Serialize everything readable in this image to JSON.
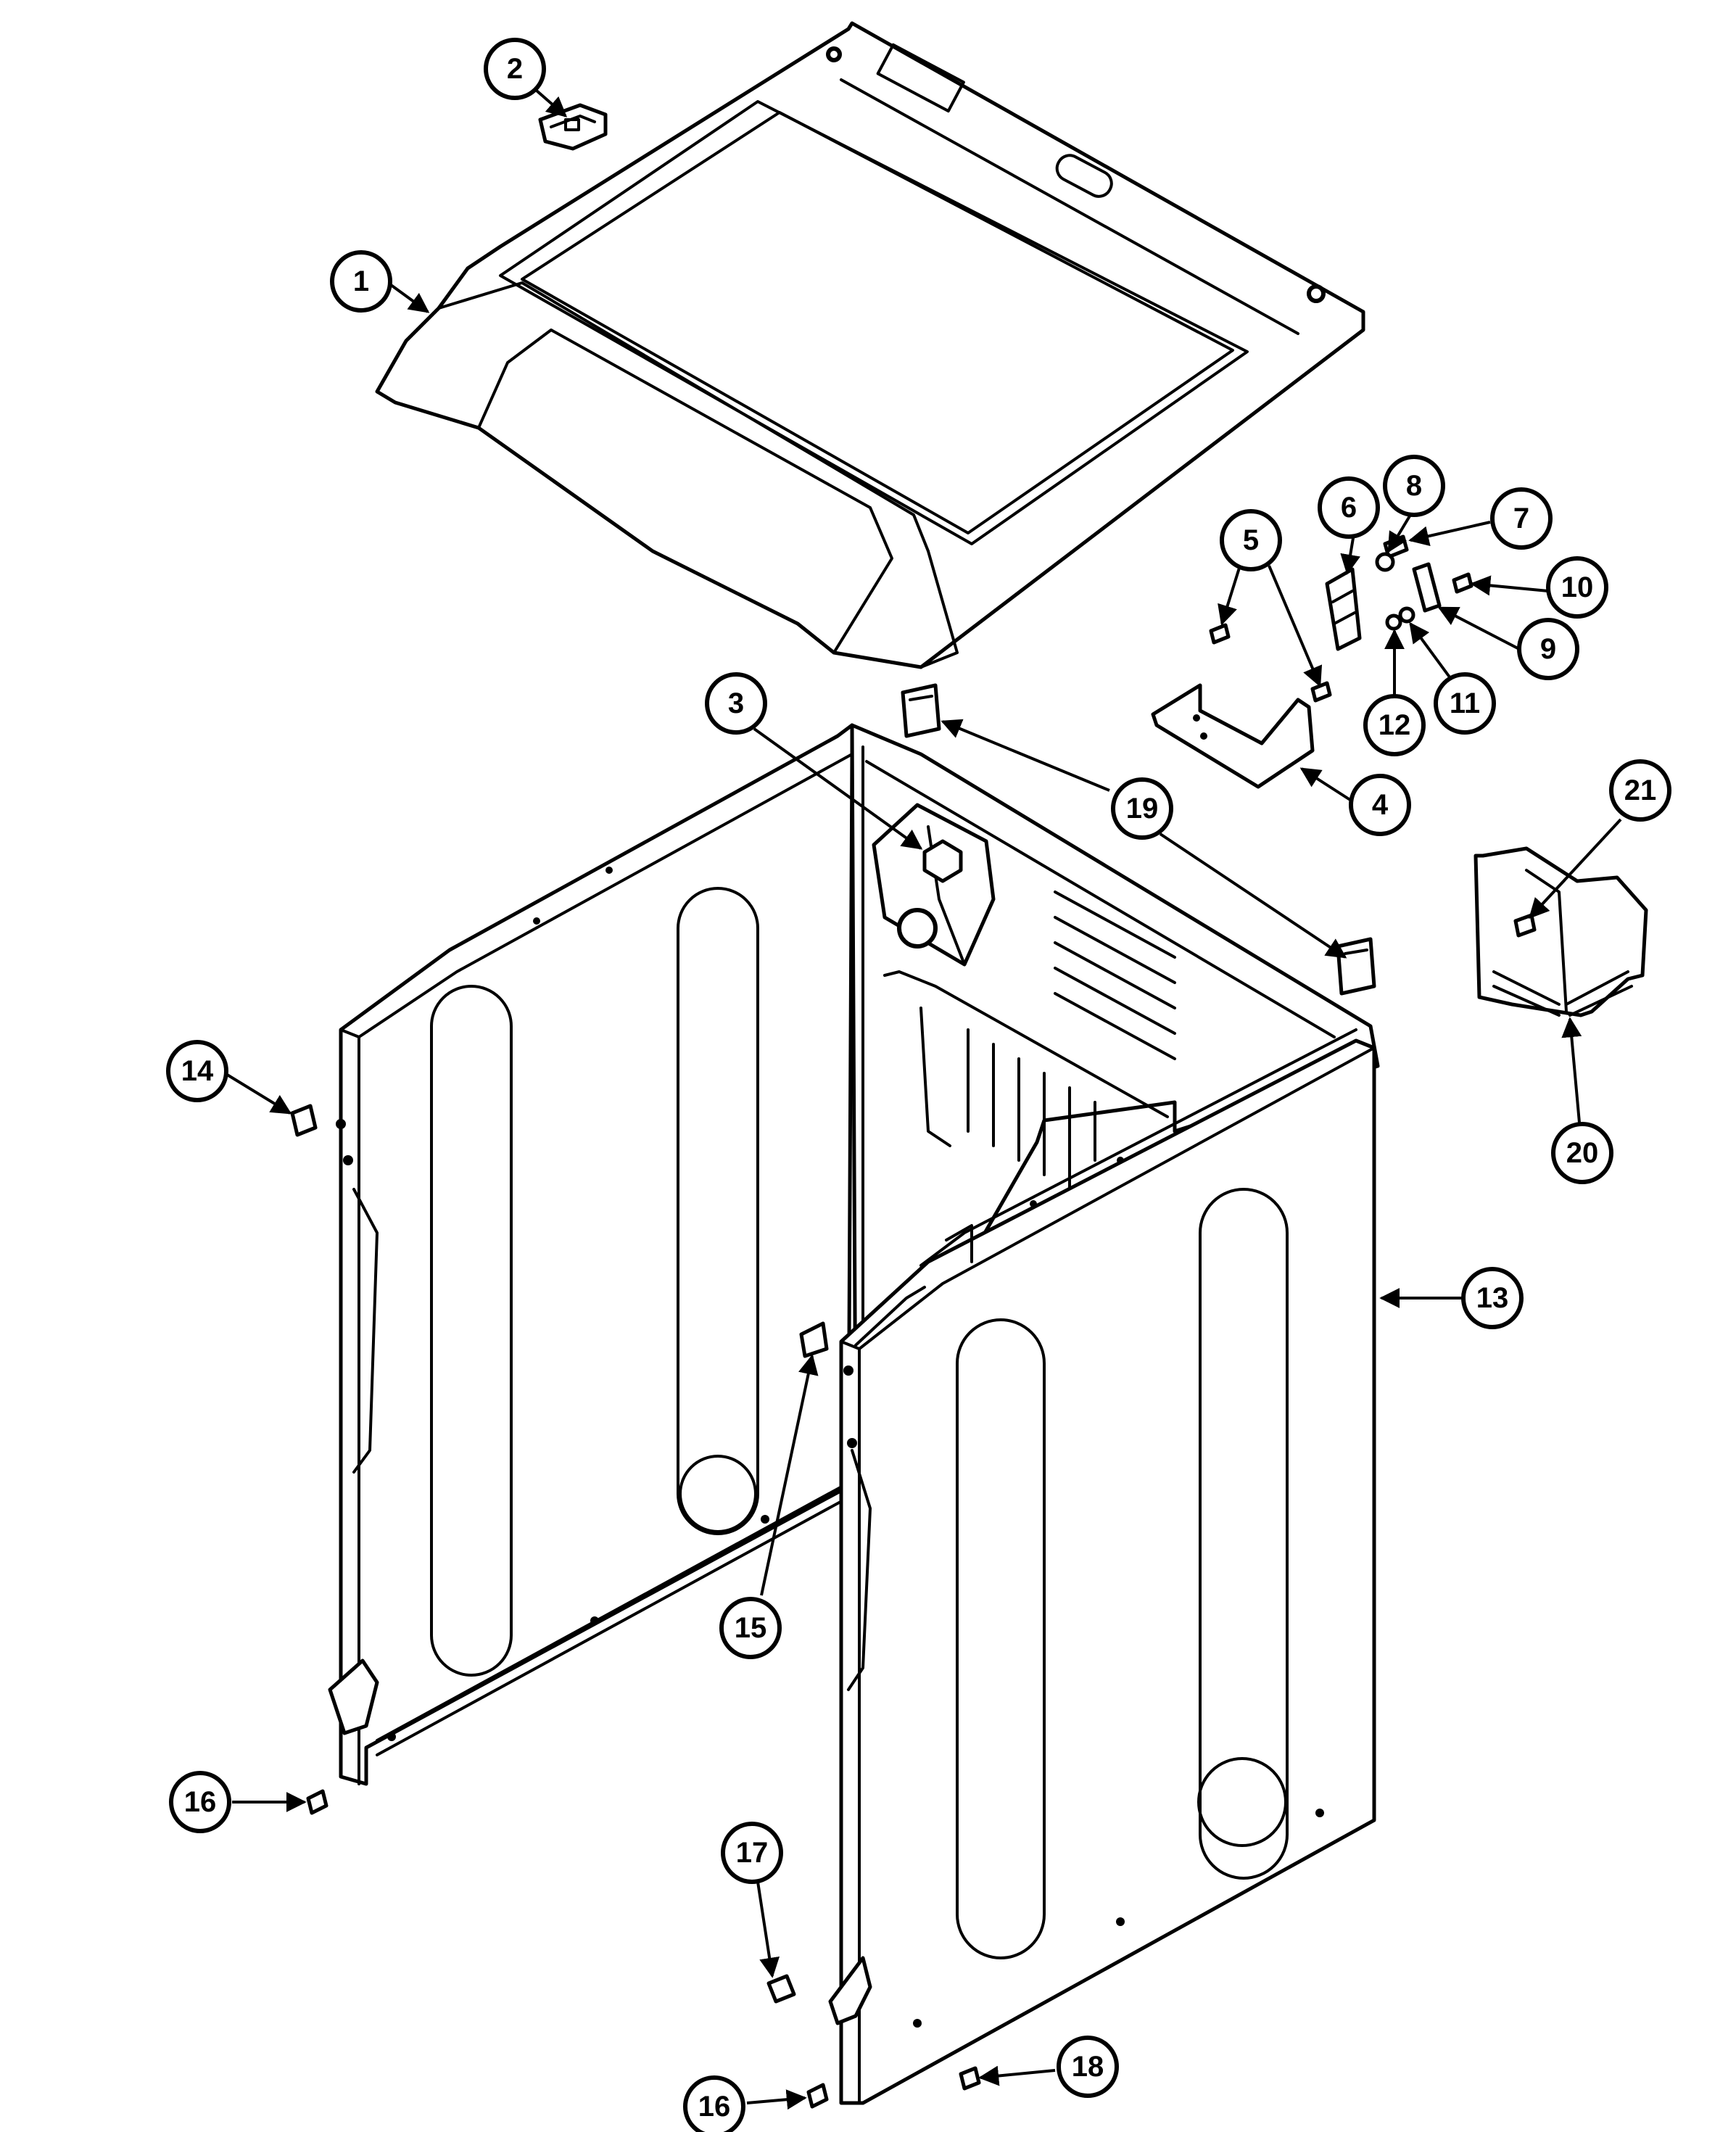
{
  "callouts": [
    {
      "id": "1",
      "label": "1"
    },
    {
      "id": "2",
      "label": "2"
    },
    {
      "id": "3",
      "label": "3"
    },
    {
      "id": "4",
      "label": "4"
    },
    {
      "id": "5",
      "label": "5"
    },
    {
      "id": "6",
      "label": "6"
    },
    {
      "id": "7",
      "label": "7"
    },
    {
      "id": "8",
      "label": "8"
    },
    {
      "id": "9",
      "label": "9"
    },
    {
      "id": "10",
      "label": "10"
    },
    {
      "id": "11",
      "label": "11"
    },
    {
      "id": "12",
      "label": "12"
    },
    {
      "id": "13",
      "label": "13"
    },
    {
      "id": "14",
      "label": "14"
    },
    {
      "id": "15",
      "label": "15"
    },
    {
      "id": "16a",
      "label": "16"
    },
    {
      "id": "16b",
      "label": "16"
    },
    {
      "id": "17",
      "label": "17"
    },
    {
      "id": "18",
      "label": "18"
    },
    {
      "id": "19",
      "label": "19"
    },
    {
      "id": "20",
      "label": "20"
    },
    {
      "id": "21",
      "label": "21"
    }
  ]
}
